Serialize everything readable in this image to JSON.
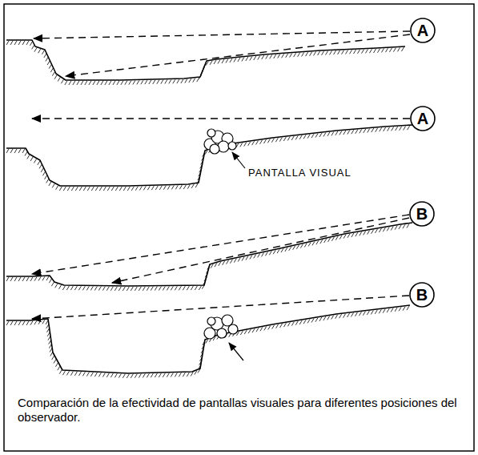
{
  "diagram": {
    "caption": "Comparación de la efectividad de pantallas visuales para diferentes posiciones del observador.",
    "nodes": [
      {
        "text": [
          "A"
        ]
      },
      {
        "text": [
          "A"
        ]
      },
      {
        "text": [
          "B"
        ]
      },
      {
        "text": [
          "B"
        ]
      }
    ],
    "labels": [
      "PANTALLA VISUAL"
    ]
  }
}
